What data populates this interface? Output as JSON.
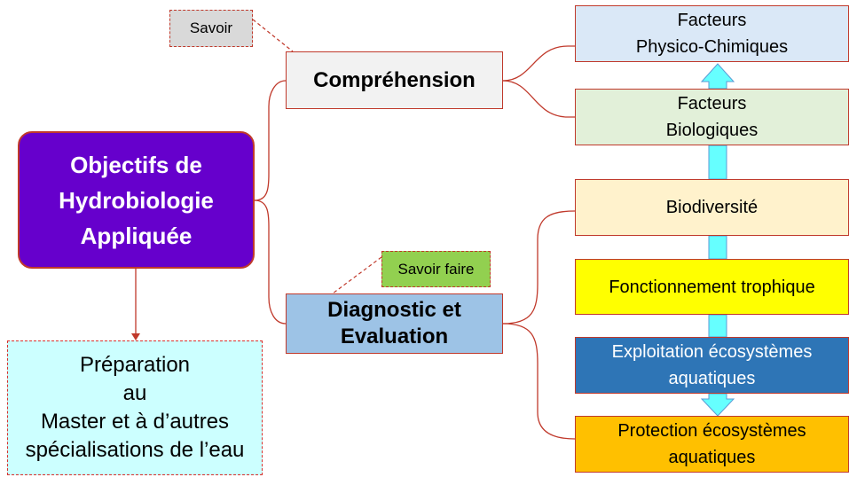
{
  "main": {
    "title": "Objectifs de\nHydrobiologie\nAppliquée"
  },
  "preparation": {
    "text": "Préparation\nau\nMaster et à d’autres\nspécialisations de l’eau"
  },
  "branches": {
    "comprehension": {
      "label": "Compréhension",
      "tag": "Savoir"
    },
    "diagnostic": {
      "label": "Diagnostic et\nEvaluation",
      "tag": "Savoir faire"
    }
  },
  "right_boxes": {
    "physico": "Facteurs\nPhysico-Chimiques",
    "bio": "Facteurs\nBiologiques",
    "biodiversite": "Biodiversité",
    "trophique": "Fonctionnement trophique",
    "exploitation": "Exploitation écosystèmes\naquatiques",
    "protection": "Protection écosystèmes\naquatiques"
  },
  "colors": {
    "connector": "#c0392b",
    "arrow_fill": "#66ffff",
    "arrow_stroke": "#5b9bd5",
    "main_fill": "#6600cc"
  }
}
